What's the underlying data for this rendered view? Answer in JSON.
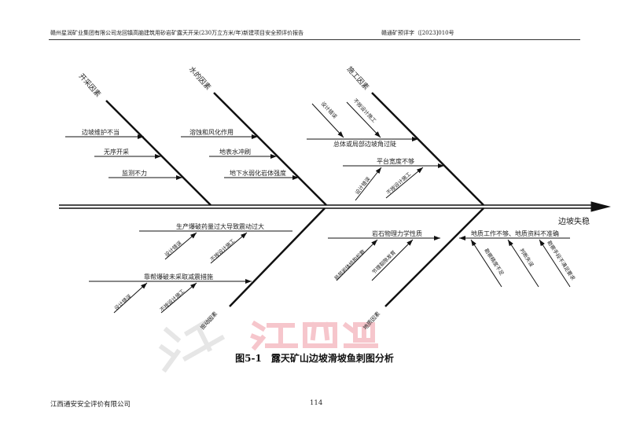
{
  "header": {
    "left": "赣州星润矿业集团有限公司龙回镇高脑建筑用砂岩矿露天开采(230万立方米/年)新建项目安全预评价报告",
    "right": "赣通矿预评字（[2023]010号"
  },
  "diagram": {
    "effect": "边坡失稳",
    "categories": {
      "mining": {
        "label": "开采因素",
        "causes": [
          "边坡维护不当",
          "无序开采",
          "监测不力"
        ]
      },
      "water": {
        "label": "水的因素",
        "causes": [
          "溶蚀和风化作用",
          "地表水冲刷",
          "地下水弱化岩体强度"
        ]
      },
      "construction": {
        "label": "施工因素",
        "causes": [
          {
            "label": "总体或局部边坡角过陡",
            "sub": [
              "设计错误",
              "不按设计施工"
            ]
          },
          {
            "label": "平台宽度不够",
            "sub": [
              "设计错误",
              "不按设计施工"
            ]
          }
        ]
      },
      "vibration": {
        "label": "振动因素",
        "causes": [
          {
            "label": "生产爆破药量过大导致震动过大",
            "sub": [
              "设计错误",
              "不按设计施工"
            ]
          },
          {
            "label": "靠帮爆破未采取减震措施",
            "sub": [
              "设计错误",
              "不按设计施工"
            ]
          }
        ]
      },
      "geology": {
        "label": "地质因素",
        "causes": [
          {
            "label": "岩石物理力学性质",
            "sub": [
              "局部岩体结构松散",
              "节理裂隙发育"
            ]
          },
          {
            "label": "地质工作不够、地质资料不准确",
            "sub": [
              "勘察精度不足",
              "判断失误",
              "勘察手段不满足要求"
            ]
          }
        ]
      }
    }
  },
  "caption": "图5-1　露天矿山边坡滑坡鱼刺图分析",
  "watermark": "江西通安",
  "footer": {
    "company": "江西通安安全评价有限公司",
    "page": "114"
  }
}
